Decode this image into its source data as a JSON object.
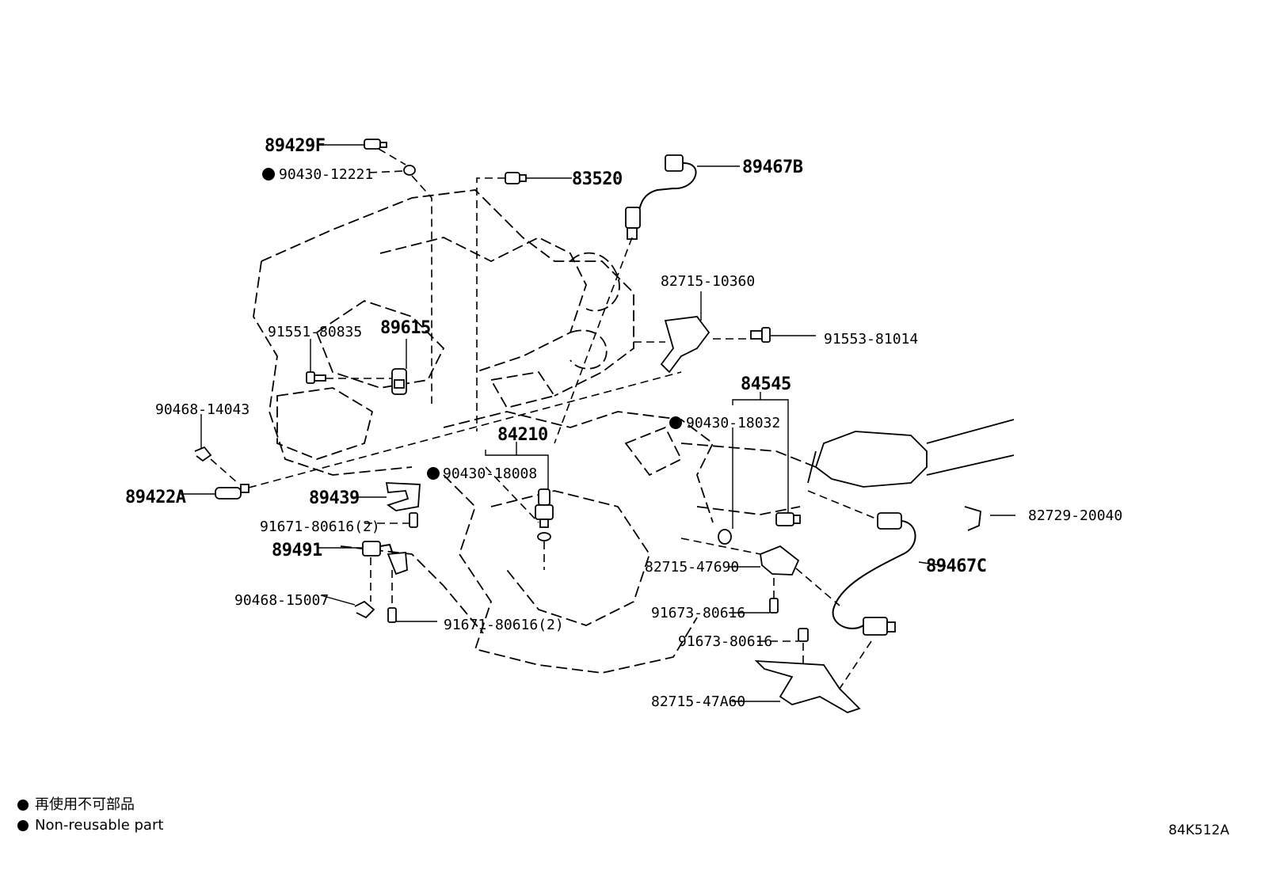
{
  "labels": {
    "p89429F": "89429F",
    "p90430_12221": "90430-12221",
    "p83520": "83520",
    "p89467B": "89467B",
    "p82715_10360": "82715-10360",
    "p91553_81014": "91553-81014",
    "p91551_80835": "91551-80835",
    "p89615": "89615",
    "p84545": "84545",
    "p90430_18032": "90430-18032",
    "p90468_14043": "90468-14043",
    "p84210": "84210",
    "p90430_18008": "90430-18008",
    "p89422A": "89422A",
    "p89439": "89439",
    "p82729_20040": "82729-20040",
    "p91671_80616_2a": "91671-80616(2)",
    "p89491": "89491",
    "p89467C": "89467C",
    "p82715_47690": "82715-47690",
    "p90468_15007": "90468-15007",
    "p91673_80616a": "91673-80616",
    "p91671_80616_2b": "91671-80616(2)",
    "p91673_80616b": "91673-80616",
    "p82715_47A60": "82715-47A60"
  },
  "legend": {
    "jp": "再使用不可部品",
    "en": "Non-reusable part"
  },
  "drawing_id": "84K512A"
}
